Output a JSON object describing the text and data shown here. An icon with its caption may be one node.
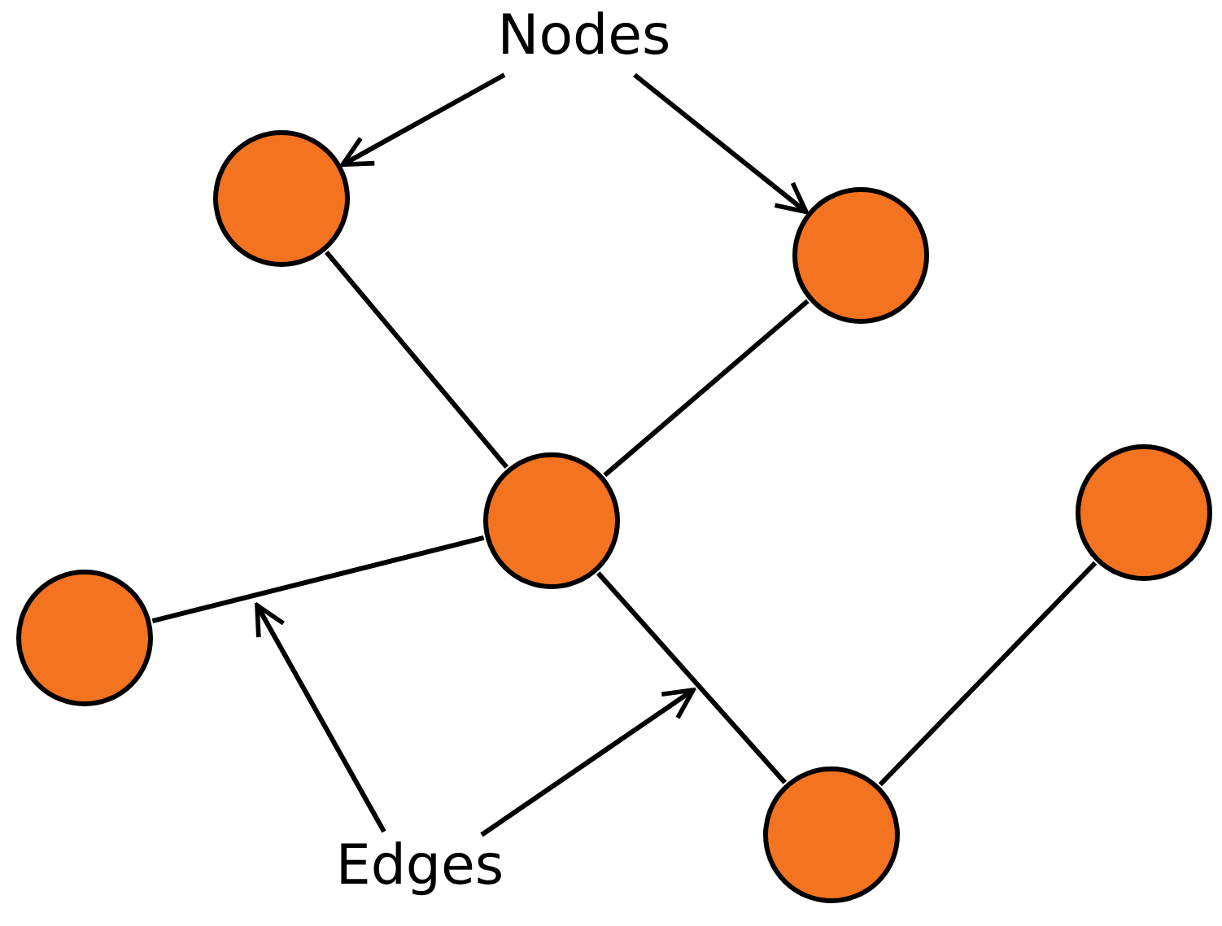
{
  "diagram": {
    "nodes": [
      {
        "text": [
          "Nodes"
        ]
      },
      {
        "text": [],
        "shape": "circle"
      },
      {
        "text": [],
        "shape": "circle"
      },
      {
        "text": [],
        "shape": "circle"
      },
      {
        "text": [],
        "shape": "circle"
      },
      {
        "text": [],
        "shape": "circle"
      },
      {
        "text": [],
        "shape": "circle"
      },
      {
        "text": [
          "Edges"
        ]
      }
    ],
    "edges": [
      {
        "from": 0,
        "to": 1,
        "arrow": "to"
      },
      {
        "from": 0,
        "to": 2,
        "arrow": "to"
      },
      {
        "from": 1,
        "to": 3,
        "arrow": "none"
      },
      {
        "from": 2,
        "to": 3,
        "arrow": "none"
      },
      {
        "from": 3,
        "to": 4,
        "arrow": "none"
      },
      {
        "from": 3,
        "to": 6,
        "arrow": "none"
      },
      {
        "from": 6,
        "to": 5,
        "arrow": "none"
      },
      {
        "from": 7,
        "to": null,
        "arrow": "to"
      },
      {
        "from": 7,
        "to": null,
        "arrow": "to"
      }
    ]
  }
}
